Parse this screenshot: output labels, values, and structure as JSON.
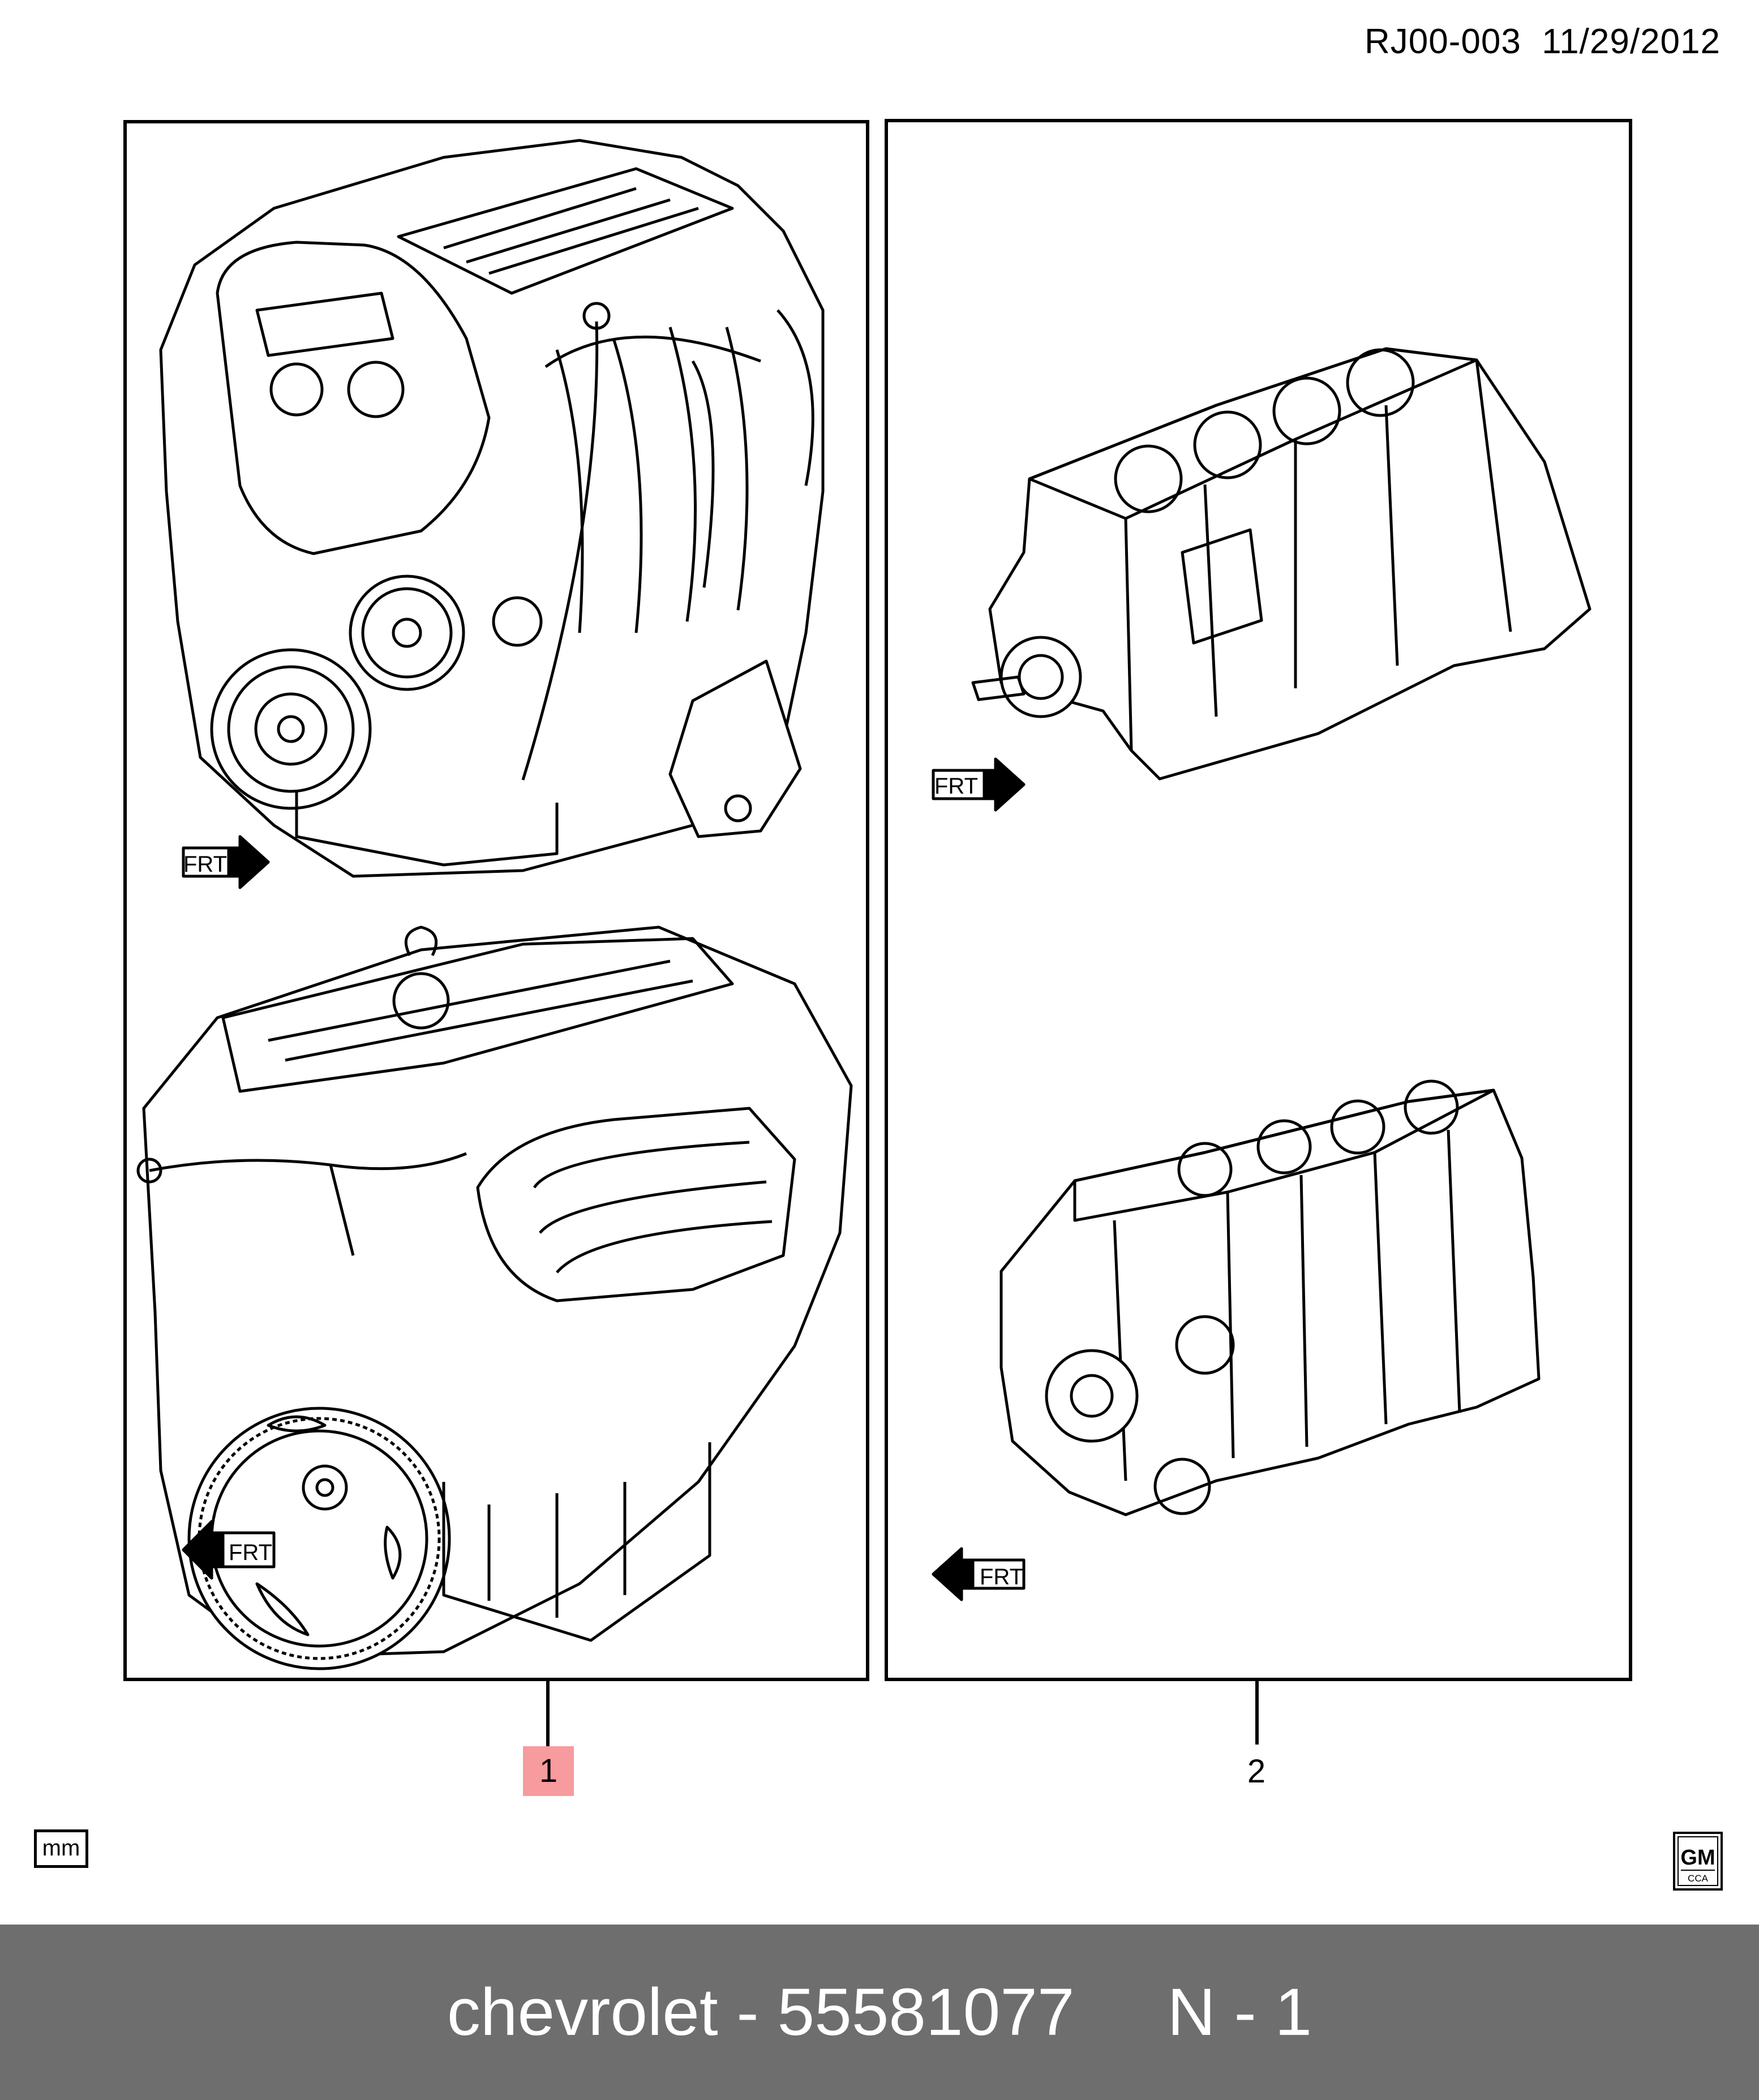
{
  "header": {
    "diagram_code": "RJ00-003",
    "date": "11/29/2012"
  },
  "panels": [
    {
      "callout": "1",
      "views": [
        {
          "kind": "complete-engine-front",
          "arrow_text": "FRT"
        },
        {
          "kind": "complete-engine-rear",
          "arrow_text": "FRT"
        }
      ]
    },
    {
      "callout": "2",
      "views": [
        {
          "kind": "engine-block-front",
          "arrow_text": "FRT"
        },
        {
          "kind": "engine-block-rear",
          "arrow_text": "FRT"
        }
      ]
    }
  ],
  "unit_label": "mm",
  "logo": {
    "text": "GM",
    "subtext": "CCA"
  },
  "footer": {
    "brand": "chevrolet",
    "part_number": "55581077",
    "code": "N - 1"
  },
  "colors": {
    "callout_highlight": "#f79b9f",
    "footer_bg": "#6e6e6e",
    "footer_text": "#ffffff"
  }
}
